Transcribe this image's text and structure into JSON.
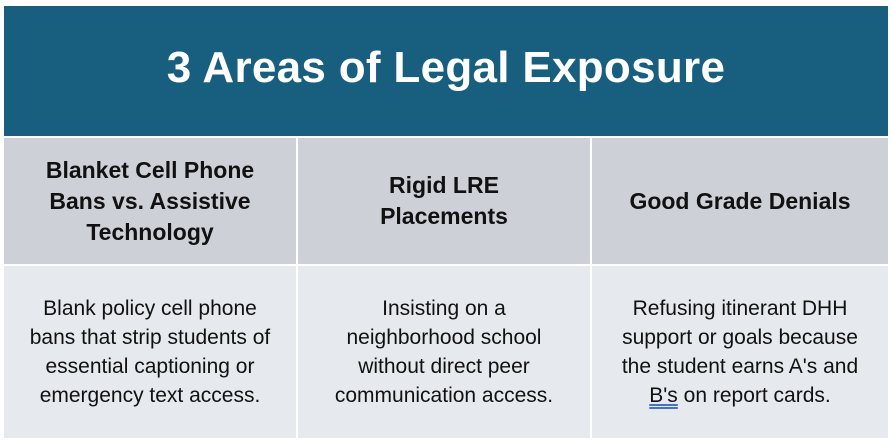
{
  "title": "3 Areas of Legal Exposure",
  "columns": [
    {
      "header": "Blanket Cell Phone Bans vs. Assistive Technology",
      "header_lines": [
        "Blanket Cell Phone",
        "Bans vs. Assistive",
        "Technology"
      ],
      "body_lines": [
        "Blank policy cell phone",
        "bans that strip students of",
        "essential captioning or",
        "emergency text access."
      ]
    },
    {
      "header": "Rigid LRE Placements",
      "header_lines": [
        "Rigid LRE",
        "Placements"
      ],
      "body_lines": [
        "Insisting on a",
        "neighborhood school",
        "without direct peer",
        "communication access."
      ]
    },
    {
      "header": "Good Grade Denials",
      "header_lines": [
        "Good Grade Denials"
      ],
      "body_lines": [
        "Refusing itinerant DHH",
        "support or goals because",
        "the student earns A's and"
      ],
      "body_last_line_marked": "B's",
      "body_last_line_rest": " on report cards."
    }
  ],
  "colors": {
    "title_bar": "#175e7f",
    "header_cell": "#cdd1d7",
    "body_cell": "#e6e9ed",
    "text": "#111111"
  }
}
